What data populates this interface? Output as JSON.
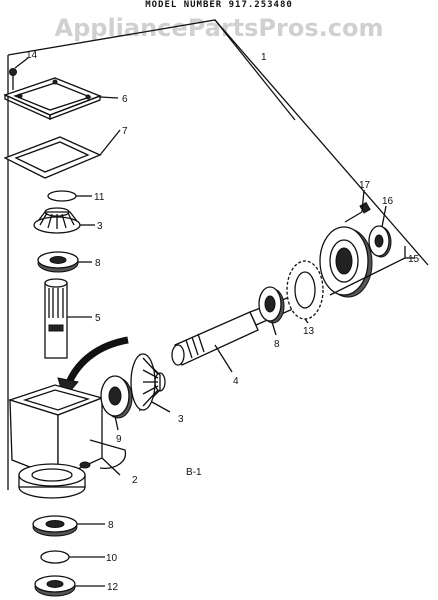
{
  "header": {
    "model_number": "MODEL NUMBER 917.253480",
    "watermark": "AppliancePartsPros.com"
  },
  "diagram_code": "B-1",
  "callouts": {
    "n1": "1",
    "n2": "2",
    "n3a": "3",
    "n3b": "3",
    "n4": "4",
    "n5": "5",
    "n6": "6",
    "n7": "7",
    "n8a": "8",
    "n8b": "8",
    "n8c": "8",
    "n9": "9",
    "n10": "10",
    "n11": "11",
    "n12": "12",
    "n13": "13",
    "n14": "14",
    "n15": "15",
    "n16": "16",
    "n17": "17"
  }
}
